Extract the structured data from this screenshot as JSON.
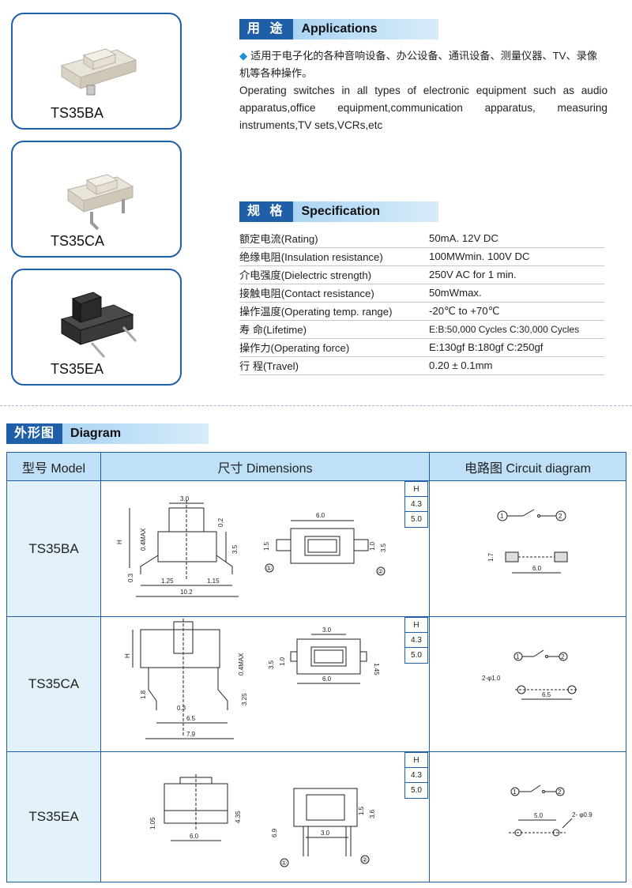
{
  "products": [
    "TS35BA",
    "TS35CA",
    "TS35EA"
  ],
  "applications": {
    "cn_title": "用 途",
    "en_title": "Applications",
    "cn_text": "适用于电子化的各种音响设备、办公设备、通讯设备、测量仪器、TV、录像机等各种操作。",
    "en_text": "Operating switches in all types of electronic equipment such as audio apparatus,office equipment,communication apparatus, measuring instruments,TV sets,VCRs,etc"
  },
  "specification": {
    "cn_title": "规 格",
    "en_title": "Specification",
    "rows": [
      {
        "key": "额定电流(Rating)",
        "value": "50mA. 12V DC"
      },
      {
        "key": "绝缘电阻(Insulation resistance)",
        "value": "100MWmin. 100V DC"
      },
      {
        "key": "介电强度(Dielectric strength)",
        "value": "250V AC for 1 min."
      },
      {
        "key": "接触电阻(Contact resistance)",
        "value": "50mWmax."
      },
      {
        "key": "操作温度(Operating temp. range)",
        "value": "-20℃ to +70℃"
      },
      {
        "key": "寿  命(Lifetime)",
        "value": "E:B:50,000 Cycles C:30,000 Cycles"
      },
      {
        "key": "操作力(Operating force)",
        "value": "E:130gf B:180gf C:250gf"
      },
      {
        "key": "行  程(Travel)",
        "value": "0.20 ± 0.1mm"
      }
    ]
  },
  "diagram": {
    "cn_title": "外形图",
    "en_title": "Diagram",
    "headers": {
      "model": "型号 Model",
      "dims": "尺寸 Dimensions",
      "circuit": "电路图 Circuit diagram"
    },
    "rows": [
      {
        "model": "TS35BA",
        "h": [
          "H",
          "4.3",
          "5.0"
        ]
      },
      {
        "model": "TS35CA",
        "h": [
          "H",
          "4.3",
          "5.0"
        ]
      },
      {
        "model": "TS35EA",
        "h": [
          "H",
          "4.3",
          "5.0"
        ]
      }
    ]
  },
  "drawing_labels": {
    "ba": {
      "d30": "3.0",
      "d02": "0.2",
      "d04max": "0.4MAX",
      "h": "H",
      "d35": "3.5",
      "d03": "0.3",
      "d125": "1.25",
      "d115": "1.15",
      "d102": "10.2",
      "d60": "6.0",
      "d15": "1.5",
      "d10": "1.0",
      "d35b": "3.5",
      "c1": "①",
      "c2": "②",
      "cc1": "1",
      "cc2": "2",
      "d17": "1.7",
      "d60c": "6.0"
    },
    "ca": {
      "h": "H",
      "d04max": "0.4MAX",
      "d18": "1.8",
      "d03": "0.3",
      "d325": "3.25",
      "d65": "6.5",
      "d79": "7.9",
      "d30": "3.0",
      "d35": "3.5",
      "d10": "1.0",
      "d145": "1.45",
      "d60": "6.0",
      "cc1": "1",
      "cc2": "2",
      "hole": "2-φ1.0",
      "d65c": "6.5"
    },
    "ea": {
      "d105": "1.05",
      "d435": "4.35",
      "d60": "6.0",
      "d69": "6.9",
      "d15": "1.5",
      "d36": "3.6",
      "d30": "3.0",
      "c1": "①",
      "c2": "②",
      "cc1": "1",
      "cc2": "2",
      "d50": "5.0",
      "hole": "2- φ0.9"
    }
  },
  "colors": {
    "accent": "#1f5fa8",
    "header_bg": "#bfe0f7",
    "model_bg": "#e3f1fb"
  }
}
